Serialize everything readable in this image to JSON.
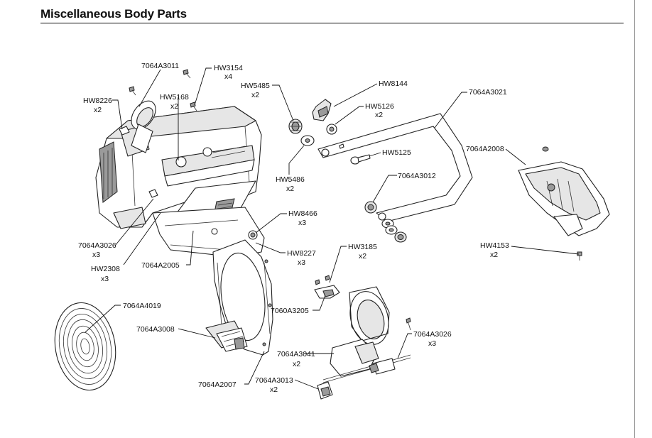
{
  "header": {
    "title": "Miscellaneous Body Parts"
  },
  "callouts": [
    {
      "id": "7064A3011",
      "part": "7064A3011",
      "qty": ""
    },
    {
      "id": "HW3154",
      "part": "HW3154",
      "qty": "x4"
    },
    {
      "id": "HW8226",
      "part": "HW8226",
      "qty": "x2"
    },
    {
      "id": "HW5168",
      "part": "HW5168",
      "qty": "x2"
    },
    {
      "id": "HW5485",
      "part": "HW5485",
      "qty": "x2"
    },
    {
      "id": "HW8144",
      "part": "HW8144",
      "qty": ""
    },
    {
      "id": "HW5126",
      "part": "HW5126",
      "qty": "x2"
    },
    {
      "id": "7064A3021",
      "part": "7064A3021",
      "qty": ""
    },
    {
      "id": "7064A2008",
      "part": "7064A2008",
      "qty": ""
    },
    {
      "id": "HW5125",
      "part": "HW5125",
      "qty": ""
    },
    {
      "id": "HW5486",
      "part": "HW5486",
      "qty": "x2"
    },
    {
      "id": "7064A3012",
      "part": "7064A3012",
      "qty": ""
    },
    {
      "id": "HW8466",
      "part": "HW8466",
      "qty": "x3"
    },
    {
      "id": "7064A3026a",
      "part": "7064A3026",
      "qty": "x3"
    },
    {
      "id": "HW8227",
      "part": "HW8227",
      "qty": "x3"
    },
    {
      "id": "HW4153",
      "part": "HW4153",
      "qty": "x2"
    },
    {
      "id": "HW2308",
      "part": "HW2308",
      "qty": "x3"
    },
    {
      "id": "7064A2005",
      "part": "7064A2005",
      "qty": ""
    },
    {
      "id": "HW3185",
      "part": "HW3185",
      "qty": "x2"
    },
    {
      "id": "7064A4019",
      "part": "7064A4019",
      "qty": ""
    },
    {
      "id": "7060A3205",
      "part": "7060A3205",
      "qty": ""
    },
    {
      "id": "7064A3008",
      "part": "7064A3008",
      "qty": ""
    },
    {
      "id": "7064A3026b",
      "part": "7064A3026",
      "qty": "x3"
    },
    {
      "id": "7064A3041",
      "part": "7064A3041",
      "qty": "x2"
    },
    {
      "id": "7064A2007",
      "part": "7064A2007",
      "qty": ""
    },
    {
      "id": "7064A3013",
      "part": "7064A3013",
      "qty": "x2"
    }
  ]
}
